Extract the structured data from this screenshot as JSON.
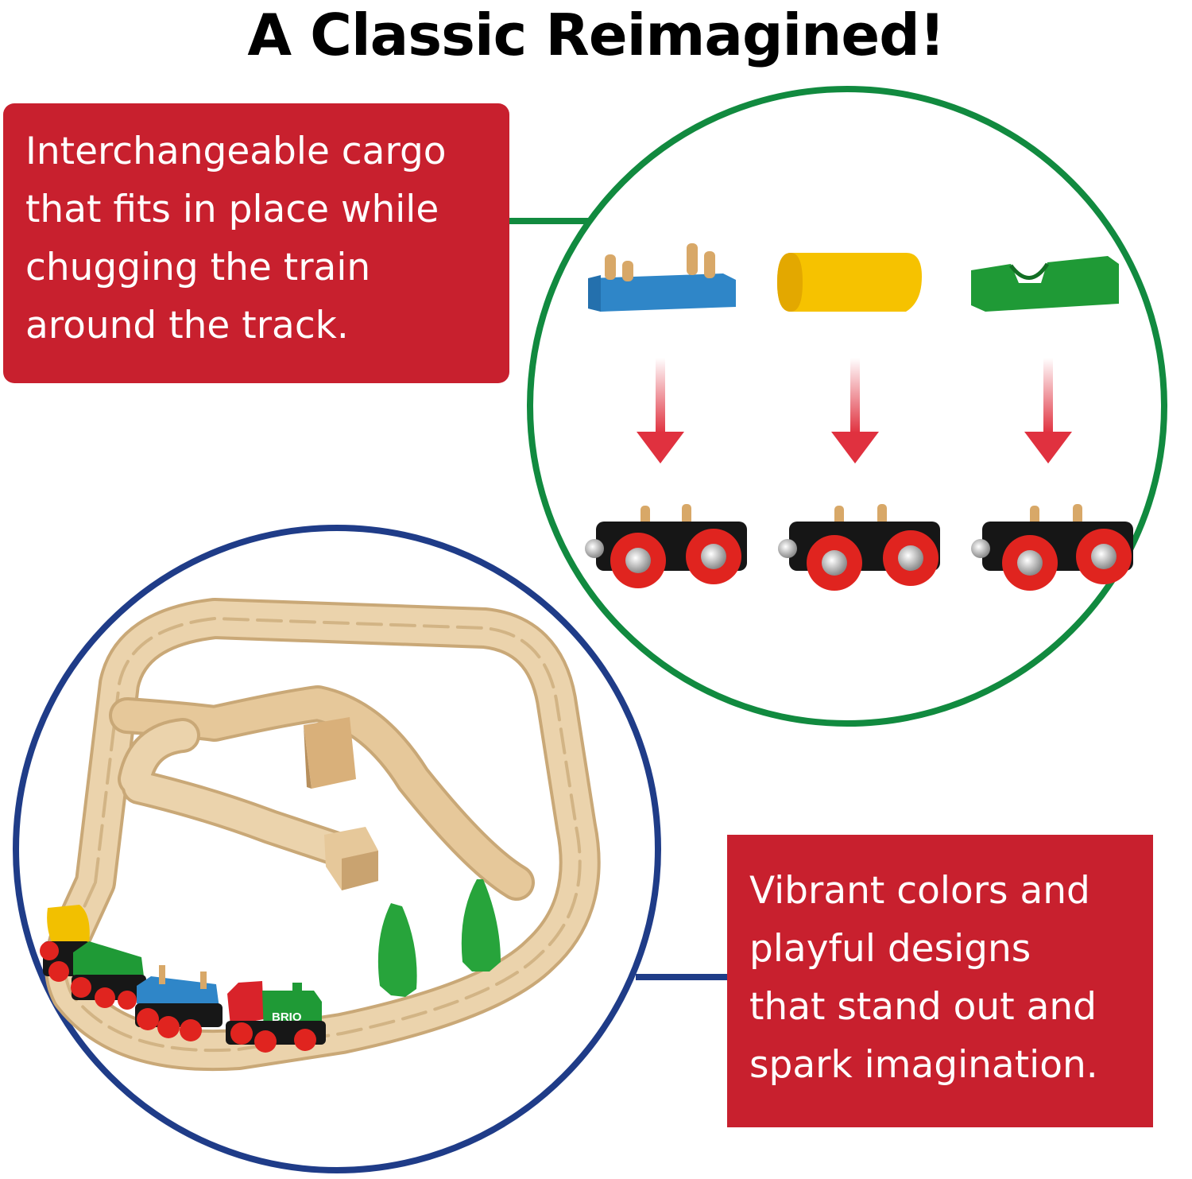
{
  "headline": "A Classic Reimagined!",
  "callouts": {
    "cargo": [
      "Interchangeable cargo",
      "that fits in place while",
      "chugging the train",
      "around the track."
    ],
    "colors": [
      "Vibrant colors and",
      "playful designs",
      "that stand out and",
      "spark imagination."
    ]
  },
  "train_badge": "BRIO",
  "colors": {
    "callout_red": "#c8202e",
    "green_ring": "#118a3f",
    "navy_ring": "#1f3c88",
    "cargo_blue": "#2f86c8",
    "cargo_yellow": "#f6c200",
    "cargo_green": "#1f9a36"
  },
  "icons": [
    "arrow-down-icon",
    "arrow-down-icon",
    "arrow-down-icon"
  ]
}
